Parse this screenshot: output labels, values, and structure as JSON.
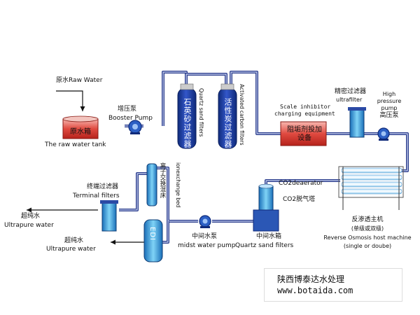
{
  "raw_water": {
    "label": "原水Raw Water"
  },
  "raw_tank": {
    "cn": "原水箱",
    "en": "The raw water tank"
  },
  "booster_pump": {
    "cn": "增压泵",
    "en": "Booster Pump"
  },
  "quartz_sand_filter": {
    "cn": "石英砂过滤器",
    "en": "Quartz sand filters"
  },
  "carbon_filter": {
    "cn": "活性炭过滤器",
    "en": "Activated carbon filters"
  },
  "scale_inhibitor": {
    "en1": "Scale inhibitor",
    "en2": "charging equipment",
    "cn": "阻垢剂投加设备"
  },
  "precision_filter": {
    "cn": "精密过滤器",
    "en": "ultrafilter"
  },
  "high_pressure_pump": {
    "en1": "High",
    "en2": "pressure",
    "en3": "pump",
    "cn": "高压泵"
  },
  "deaerator": {
    "en": "CO2deaerator",
    "cn": "CO2脱气塔"
  },
  "ro_host": {
    "cn1": "反渗透主机",
    "cn2": "(单级或双级)",
    "en1": "Reverse Osmosis host machine",
    "en2": "(single or doube)"
  },
  "terminal_filter": {
    "cn": "终端过滤器",
    "en": "Terminal filters"
  },
  "ion_exchange": {
    "cn": "离子交换混床",
    "en": "ionexchange bed"
  },
  "edi": {
    "label": "EDI"
  },
  "ultrapure_out1": {
    "cn": "超纯水",
    "en": "Ultrapure water"
  },
  "ultrapure_out2": {
    "cn": "超纯水",
    "en": "Ultrapure water"
  },
  "midst_pump": {
    "cn": "中间水泵",
    "en": "midst water pump"
  },
  "mid_tank": {
    "cn": "中间水箱",
    "en": "Quartz sand filters"
  },
  "watermark": {
    "line1": "陕西博泰达水处理",
    "line2": "www.botaida.com"
  },
  "colors": {
    "pipe": "#2a3c8c",
    "pipe_light": "#b9c4e6",
    "tank_red": "#d63a3a",
    "vessel_blue": "#1f3fa3",
    "cyan": "#3fb6e8"
  }
}
